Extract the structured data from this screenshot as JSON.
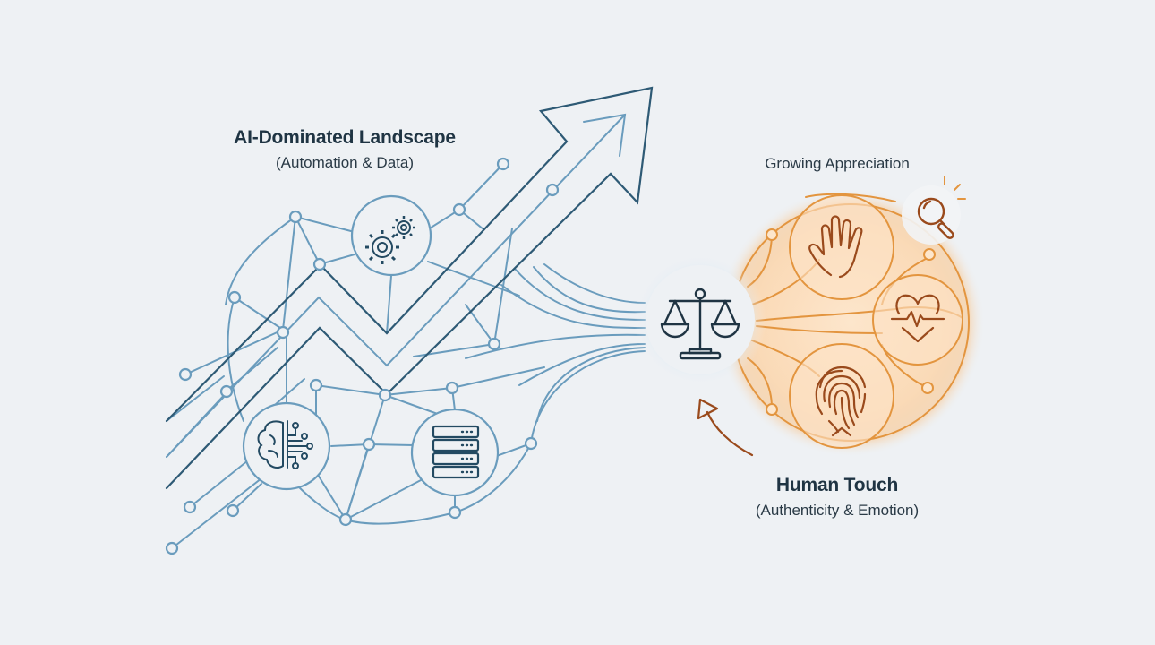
{
  "ai_section": {
    "title": "AI-Dominated Landscape",
    "subtitle": "(Automation & Data)",
    "icons": [
      "gears-icon",
      "brain-circuit-icon",
      "server-stack-icon"
    ],
    "color": "#6a9cbd",
    "dark_color": "#234a62"
  },
  "balance": {
    "icon": "scales-icon"
  },
  "human_section": {
    "title": "Human Touch",
    "subtitle": "(Authenticity & Emotion)",
    "icons": [
      "hand-icon",
      "heartbeat-icon",
      "fingerprint-icon"
    ],
    "color": "#e3953f",
    "dark_color": "#9a4a1c"
  },
  "appreciation": {
    "caption": "Growing Appreciation",
    "icon": "magnifier-icon"
  },
  "colors": {
    "background": "#eef1f4",
    "text": "#1f3443"
  }
}
